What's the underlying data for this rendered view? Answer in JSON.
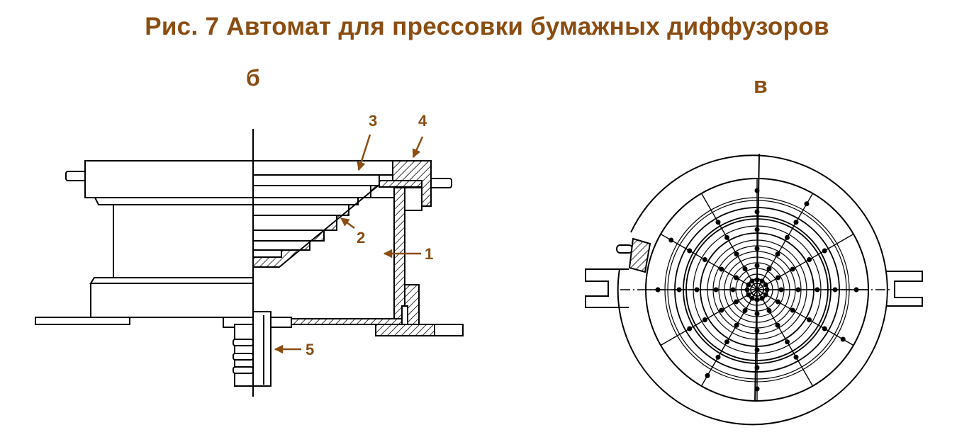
{
  "title": "Рис. 7  Автомат для прессовки бумажных диффузоров",
  "views": {
    "side": {
      "label": "б"
    },
    "top": {
      "label": "в"
    }
  },
  "callouts": [
    "1",
    "2",
    "3",
    "4",
    "5"
  ],
  "colors": {
    "accent": "#8a4d12",
    "line": "#000000"
  }
}
